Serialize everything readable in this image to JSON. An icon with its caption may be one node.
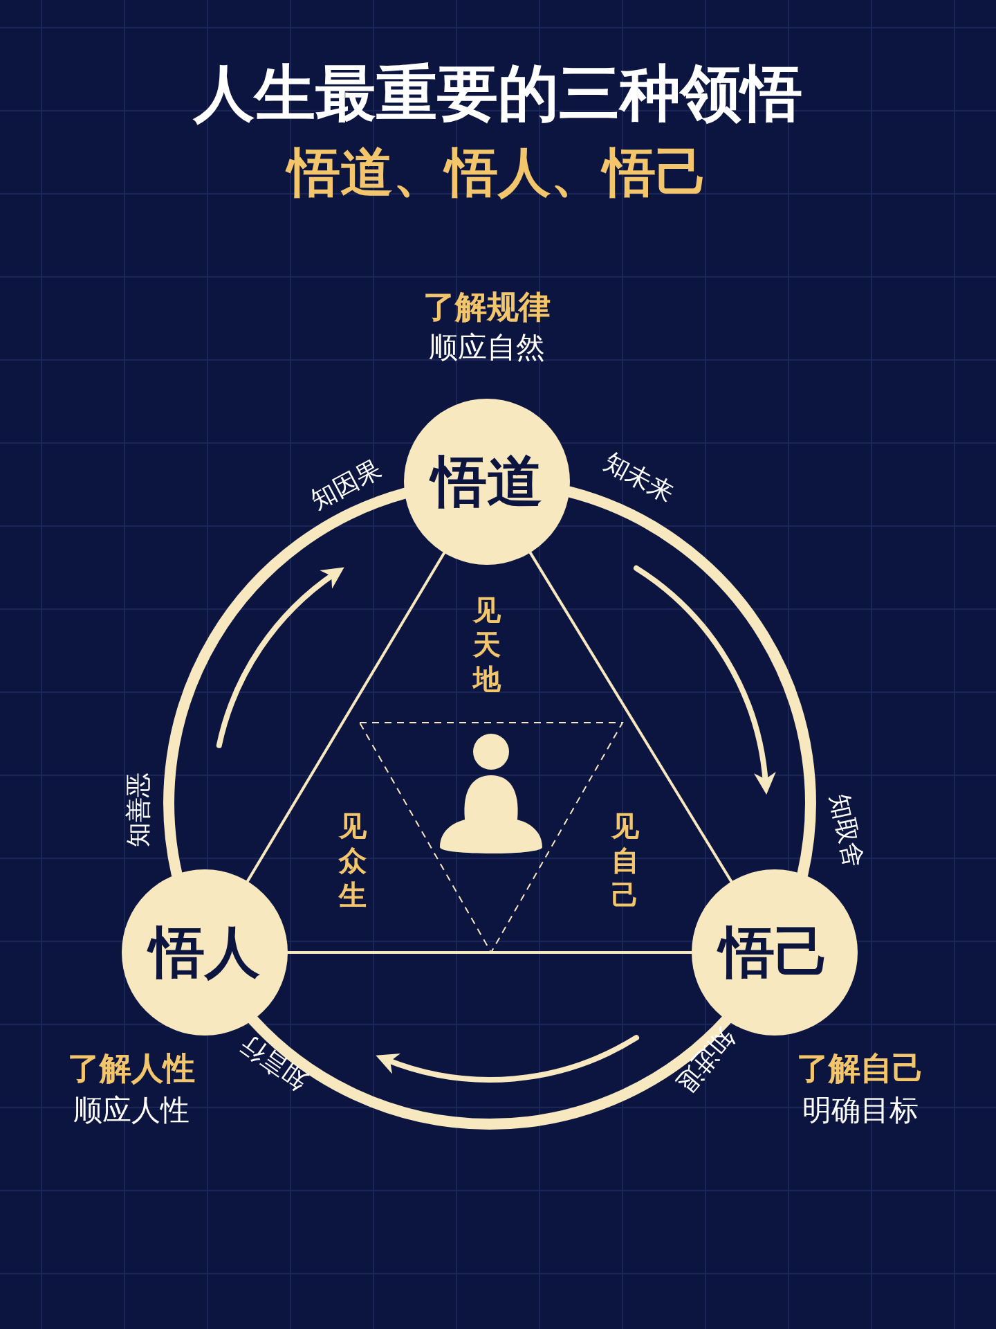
{
  "diagram": {
    "title": "人生最重要的三种领悟",
    "nodes": [
      {
        "text": [
          "悟道"
        ],
        "beside": [
          "了解规律",
          "顺应自然"
        ]
      },
      {
        "text": [
          "悟人"
        ],
        "beside": [
          "了解人性",
          "顺应人性"
        ]
      },
      {
        "text": [
          "悟己"
        ],
        "beside": [
          "了解自己",
          "明确目标"
        ]
      }
    ],
    "edges": [
      {
        "from": 0,
        "to": 1,
        "arrow": "none"
      },
      {
        "from": 1,
        "to": 2,
        "arrow": "none"
      },
      {
        "from": 2,
        "to": 0,
        "arrow": "none"
      },
      {
        "from": 0,
        "to": 2,
        "arrow": "none",
        "style": "thick"
      },
      {
        "from": 2,
        "to": 1,
        "arrow": "none",
        "style": "thick"
      },
      {
        "from": 1,
        "to": 0,
        "arrow": "none",
        "style": "thick"
      }
    ],
    "labels": [
      "悟道、悟人、悟己",
      "知因果",
      "知未来",
      "见天地",
      "知善恶",
      "见众生",
      "见自己",
      "知取舍",
      "知言行",
      "知进退"
    ]
  }
}
